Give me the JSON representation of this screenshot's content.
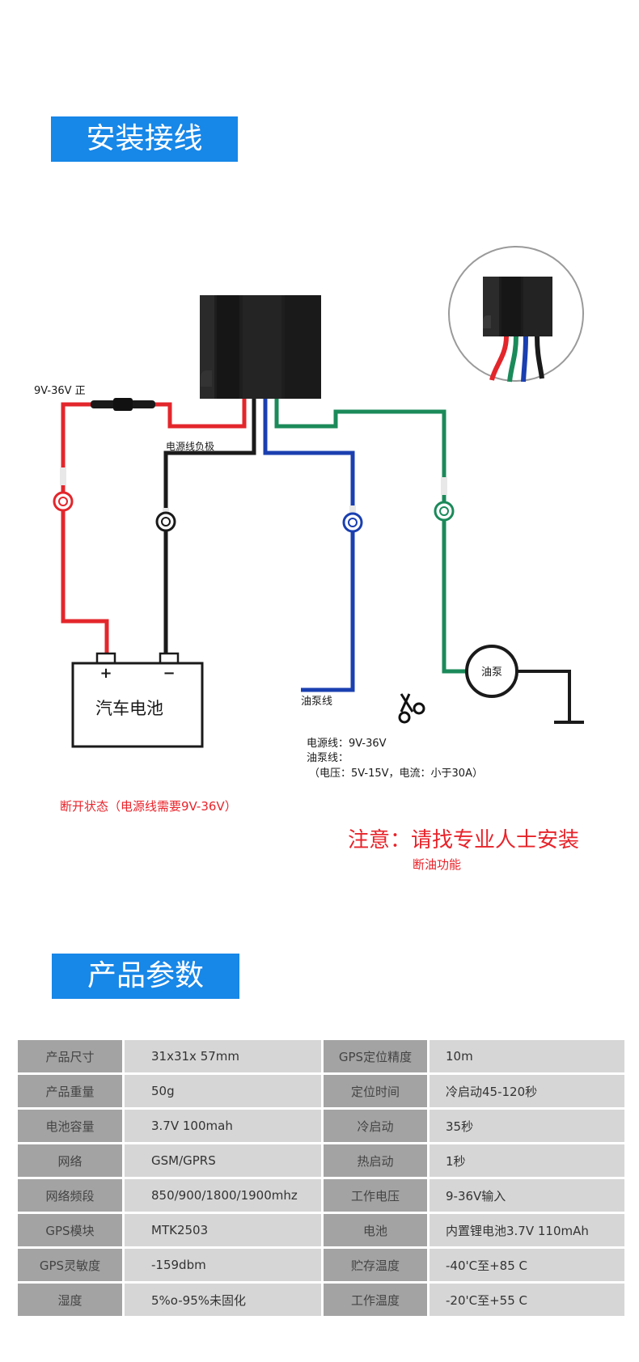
{
  "sections": {
    "install_title": "安装接线",
    "params_title": "产品参数"
  },
  "diagram": {
    "power_positive_label": "9V-36V 正",
    "power_negative_label": "电源线负极",
    "battery_label": "汽车电池",
    "battery_plus": "+",
    "battery_minus": "−",
    "pump_line_label": "油泵线",
    "pump_label": "油泵",
    "spec_lines": [
      "电源线：9V-36V",
      "油泵线：",
      "（电压：5V-15V，电流：小于30A）"
    ],
    "disconnect_note": "断开状态（电源线需要9V-36V）",
    "warning_note": "注意：请找专业人士安装",
    "cut_note": "断油功能",
    "colors": {
      "red": "#e3262b",
      "black": "#1a1a1a",
      "blue": "#1a3fb0",
      "green": "#1b8a5a",
      "banner": "#1787e8"
    }
  },
  "specs": [
    {
      "label": "产品尺寸",
      "value": "31x31x 57mm",
      "label2": "GPS定位精度",
      "value2": "10m"
    },
    {
      "label": "产品重量",
      "value": "50g",
      "label2": "定位时间",
      "value2": "冷启动45-120秒"
    },
    {
      "label": "电池容量",
      "value": "3.7V 100mah",
      "label2": "冷启动",
      "value2": "35秒"
    },
    {
      "label": "网络",
      "value": "GSM/GPRS",
      "label2": "热启动",
      "value2": "1秒"
    },
    {
      "label": "网络频段",
      "value": "850/900/1800/1900mhz",
      "label2": "工作电压",
      "value2": "9-36V输入"
    },
    {
      "label": "GPS模块",
      "value": "MTK2503",
      "label2": "电池",
      "value2": "内置锂电池3.7V 110mAh"
    },
    {
      "label": "GPS灵敏度",
      "value": "-159dbm",
      "label2": "贮存温度",
      "value2": "-40'C至+85 C"
    },
    {
      "label": "湿度",
      "value": "5%o-95%未固化",
      "label2": "工作温度",
      "value2": "-20'C至+55 C"
    }
  ]
}
